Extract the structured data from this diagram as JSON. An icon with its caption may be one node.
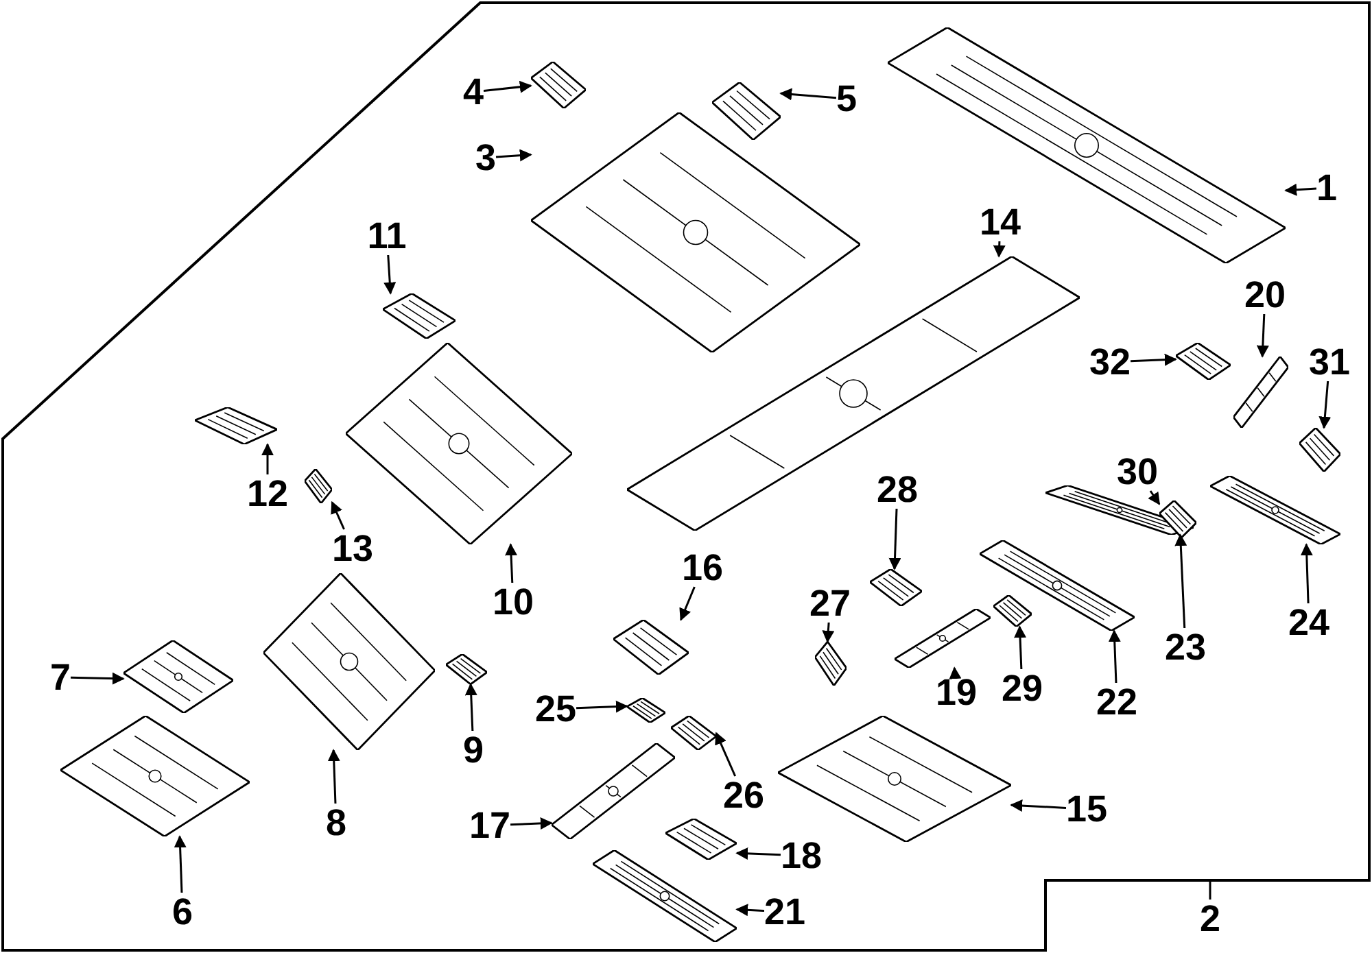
{
  "diagram": {
    "nodes": [
      {
        "text": [],
        "shape": "box"
      },
      {
        "text": [
          "1"
        ],
        "in": 0
      },
      {
        "text": [],
        "shape": "picture",
        "in": 0
      },
      {
        "text": [
          "2"
        ]
      },
      {
        "text": [
          "3"
        ],
        "in": 0
      },
      {
        "text": [],
        "shape": "picture",
        "in": 0
      },
      {
        "text": [
          "4"
        ],
        "in": 0
      },
      {
        "text": [],
        "shape": "picture",
        "in": 0
      },
      {
        "text": [
          "5"
        ],
        "in": 0
      },
      {
        "text": [],
        "shape": "picture",
        "in": 0
      },
      {
        "text": [
          "6"
        ],
        "in": 0
      },
      {
        "text": [],
        "shape": "picture",
        "in": 0
      },
      {
        "text": [
          "7"
        ],
        "in": 0
      },
      {
        "text": [],
        "shape": "picture",
        "in": 0
      },
      {
        "text": [
          "8"
        ],
        "in": 0
      },
      {
        "text": [],
        "shape": "picture",
        "in": 0
      },
      {
        "text": [
          "9"
        ],
        "in": 0
      },
      {
        "text": [],
        "shape": "picture",
        "in": 0
      },
      {
        "text": [
          "10"
        ],
        "in": 0
      },
      {
        "text": [],
        "shape": "picture",
        "in": 0
      },
      {
        "text": [
          "11"
        ],
        "in": 0
      },
      {
        "text": [],
        "shape": "picture",
        "in": 0
      },
      {
        "text": [
          "12"
        ],
        "in": 0
      },
      {
        "text": [],
        "shape": "picture",
        "in": 0
      },
      {
        "text": [
          "13"
        ],
        "in": 0
      },
      {
        "text": [],
        "shape": "picture",
        "in": 0
      },
      {
        "text": [
          "14"
        ],
        "in": 0
      },
      {
        "text": [],
        "shape": "picture",
        "in": 0
      },
      {
        "text": [
          "15"
        ],
        "in": 0
      },
      {
        "text": [],
        "shape": "picture",
        "in": 0
      },
      {
        "text": [
          "16"
        ],
        "in": 0
      },
      {
        "text": [],
        "shape": "picture",
        "in": 0
      },
      {
        "text": [
          "17"
        ],
        "in": 0
      },
      {
        "text": [],
        "shape": "picture",
        "in": 0
      },
      {
        "text": [
          "18"
        ],
        "in": 0
      },
      {
        "text": [],
        "shape": "picture",
        "in": 0
      },
      {
        "text": [
          "19"
        ],
        "in": 0
      },
      {
        "text": [],
        "shape": "picture",
        "in": 0
      },
      {
        "text": [
          "20"
        ],
        "in": 0
      },
      {
        "text": [],
        "shape": "picture",
        "in": 0
      },
      {
        "text": [
          "21"
        ],
        "in": 0
      },
      {
        "text": [],
        "shape": "picture",
        "in": 0
      },
      {
        "text": [
          "22"
        ],
        "in": 0
      },
      {
        "text": [],
        "shape": "picture",
        "in": 0
      },
      {
        "text": [
          "23"
        ],
        "in": 0
      },
      {
        "text": [],
        "shape": "picture",
        "in": 0
      },
      {
        "text": [
          "24"
        ],
        "in": 0
      },
      {
        "text": [],
        "shape": "picture",
        "in": 0
      },
      {
        "text": [
          "25"
        ],
        "in": 0
      },
      {
        "text": [],
        "shape": "picture",
        "in": 0
      },
      {
        "text": [
          "26"
        ],
        "in": 0
      },
      {
        "text": [],
        "shape": "picture",
        "in": 0
      },
      {
        "text": [
          "27"
        ],
        "in": 0
      },
      {
        "text": [],
        "shape": "picture",
        "in": 0
      },
      {
        "text": [
          "28"
        ],
        "in": 0
      },
      {
        "text": [],
        "shape": "picture",
        "in": 0
      },
      {
        "text": [
          "29"
        ],
        "in": 0
      },
      {
        "text": [],
        "shape": "picture",
        "in": 0
      },
      {
        "text": [
          "30"
        ],
        "in": 0
      },
      {
        "text": [],
        "shape": "picture",
        "in": 0
      },
      {
        "text": [
          "31"
        ],
        "in": 0
      },
      {
        "text": [],
        "shape": "picture",
        "in": 0
      },
      {
        "text": [
          "32"
        ],
        "in": 0
      },
      {
        "text": [],
        "shape": "picture",
        "in": 0
      }
    ],
    "edges": [
      {
        "from": 1,
        "to": 2,
        "arrow": "to"
      },
      {
        "from": 3,
        "to": 0,
        "arrow": "none"
      },
      {
        "from": 4,
        "to": 5,
        "arrow": "to"
      },
      {
        "from": 6,
        "to": 7,
        "arrow": "to"
      },
      {
        "from": 8,
        "to": 9,
        "arrow": "to"
      },
      {
        "from": 10,
        "to": 11,
        "arrow": "to"
      },
      {
        "from": 12,
        "to": 13,
        "arrow": "to"
      },
      {
        "from": 14,
        "to": 15,
        "arrow": "to"
      },
      {
        "from": 16,
        "to": 17,
        "arrow": "to"
      },
      {
        "from": 18,
        "to": 19,
        "arrow": "to"
      },
      {
        "from": 20,
        "to": 21,
        "arrow": "to"
      },
      {
        "from": 22,
        "to": 23,
        "arrow": "to"
      },
      {
        "from": 24,
        "to": 25,
        "arrow": "to"
      },
      {
        "from": 26,
        "to": 27,
        "arrow": "to"
      },
      {
        "from": 28,
        "to": 29,
        "arrow": "to"
      },
      {
        "from": 30,
        "to": 31,
        "arrow": "to"
      },
      {
        "from": 32,
        "to": 33,
        "arrow": "to"
      },
      {
        "from": 34,
        "to": 35,
        "arrow": "to"
      },
      {
        "from": 36,
        "to": 37,
        "arrow": "to"
      },
      {
        "from": 38,
        "to": 39,
        "arrow": "to"
      },
      {
        "from": 40,
        "to": 41,
        "arrow": "to"
      },
      {
        "from": 42,
        "to": 43,
        "arrow": "to"
      },
      {
        "from": 44,
        "to": 45,
        "arrow": "to"
      },
      {
        "from": 46,
        "to": 47,
        "arrow": "to"
      },
      {
        "from": 48,
        "to": 49,
        "arrow": "to"
      },
      {
        "from": 50,
        "to": 51,
        "arrow": "to"
      },
      {
        "from": 52,
        "to": 53,
        "arrow": "to"
      },
      {
        "from": 54,
        "to": 55,
        "arrow": "to"
      },
      {
        "from": 56,
        "to": 57,
        "arrow": "to"
      },
      {
        "from": 58,
        "to": 59,
        "arrow": "to"
      },
      {
        "from": 60,
        "to": 61,
        "arrow": "to"
      },
      {
        "from": 62,
        "to": 63,
        "arrow": "to"
      }
    ]
  }
}
